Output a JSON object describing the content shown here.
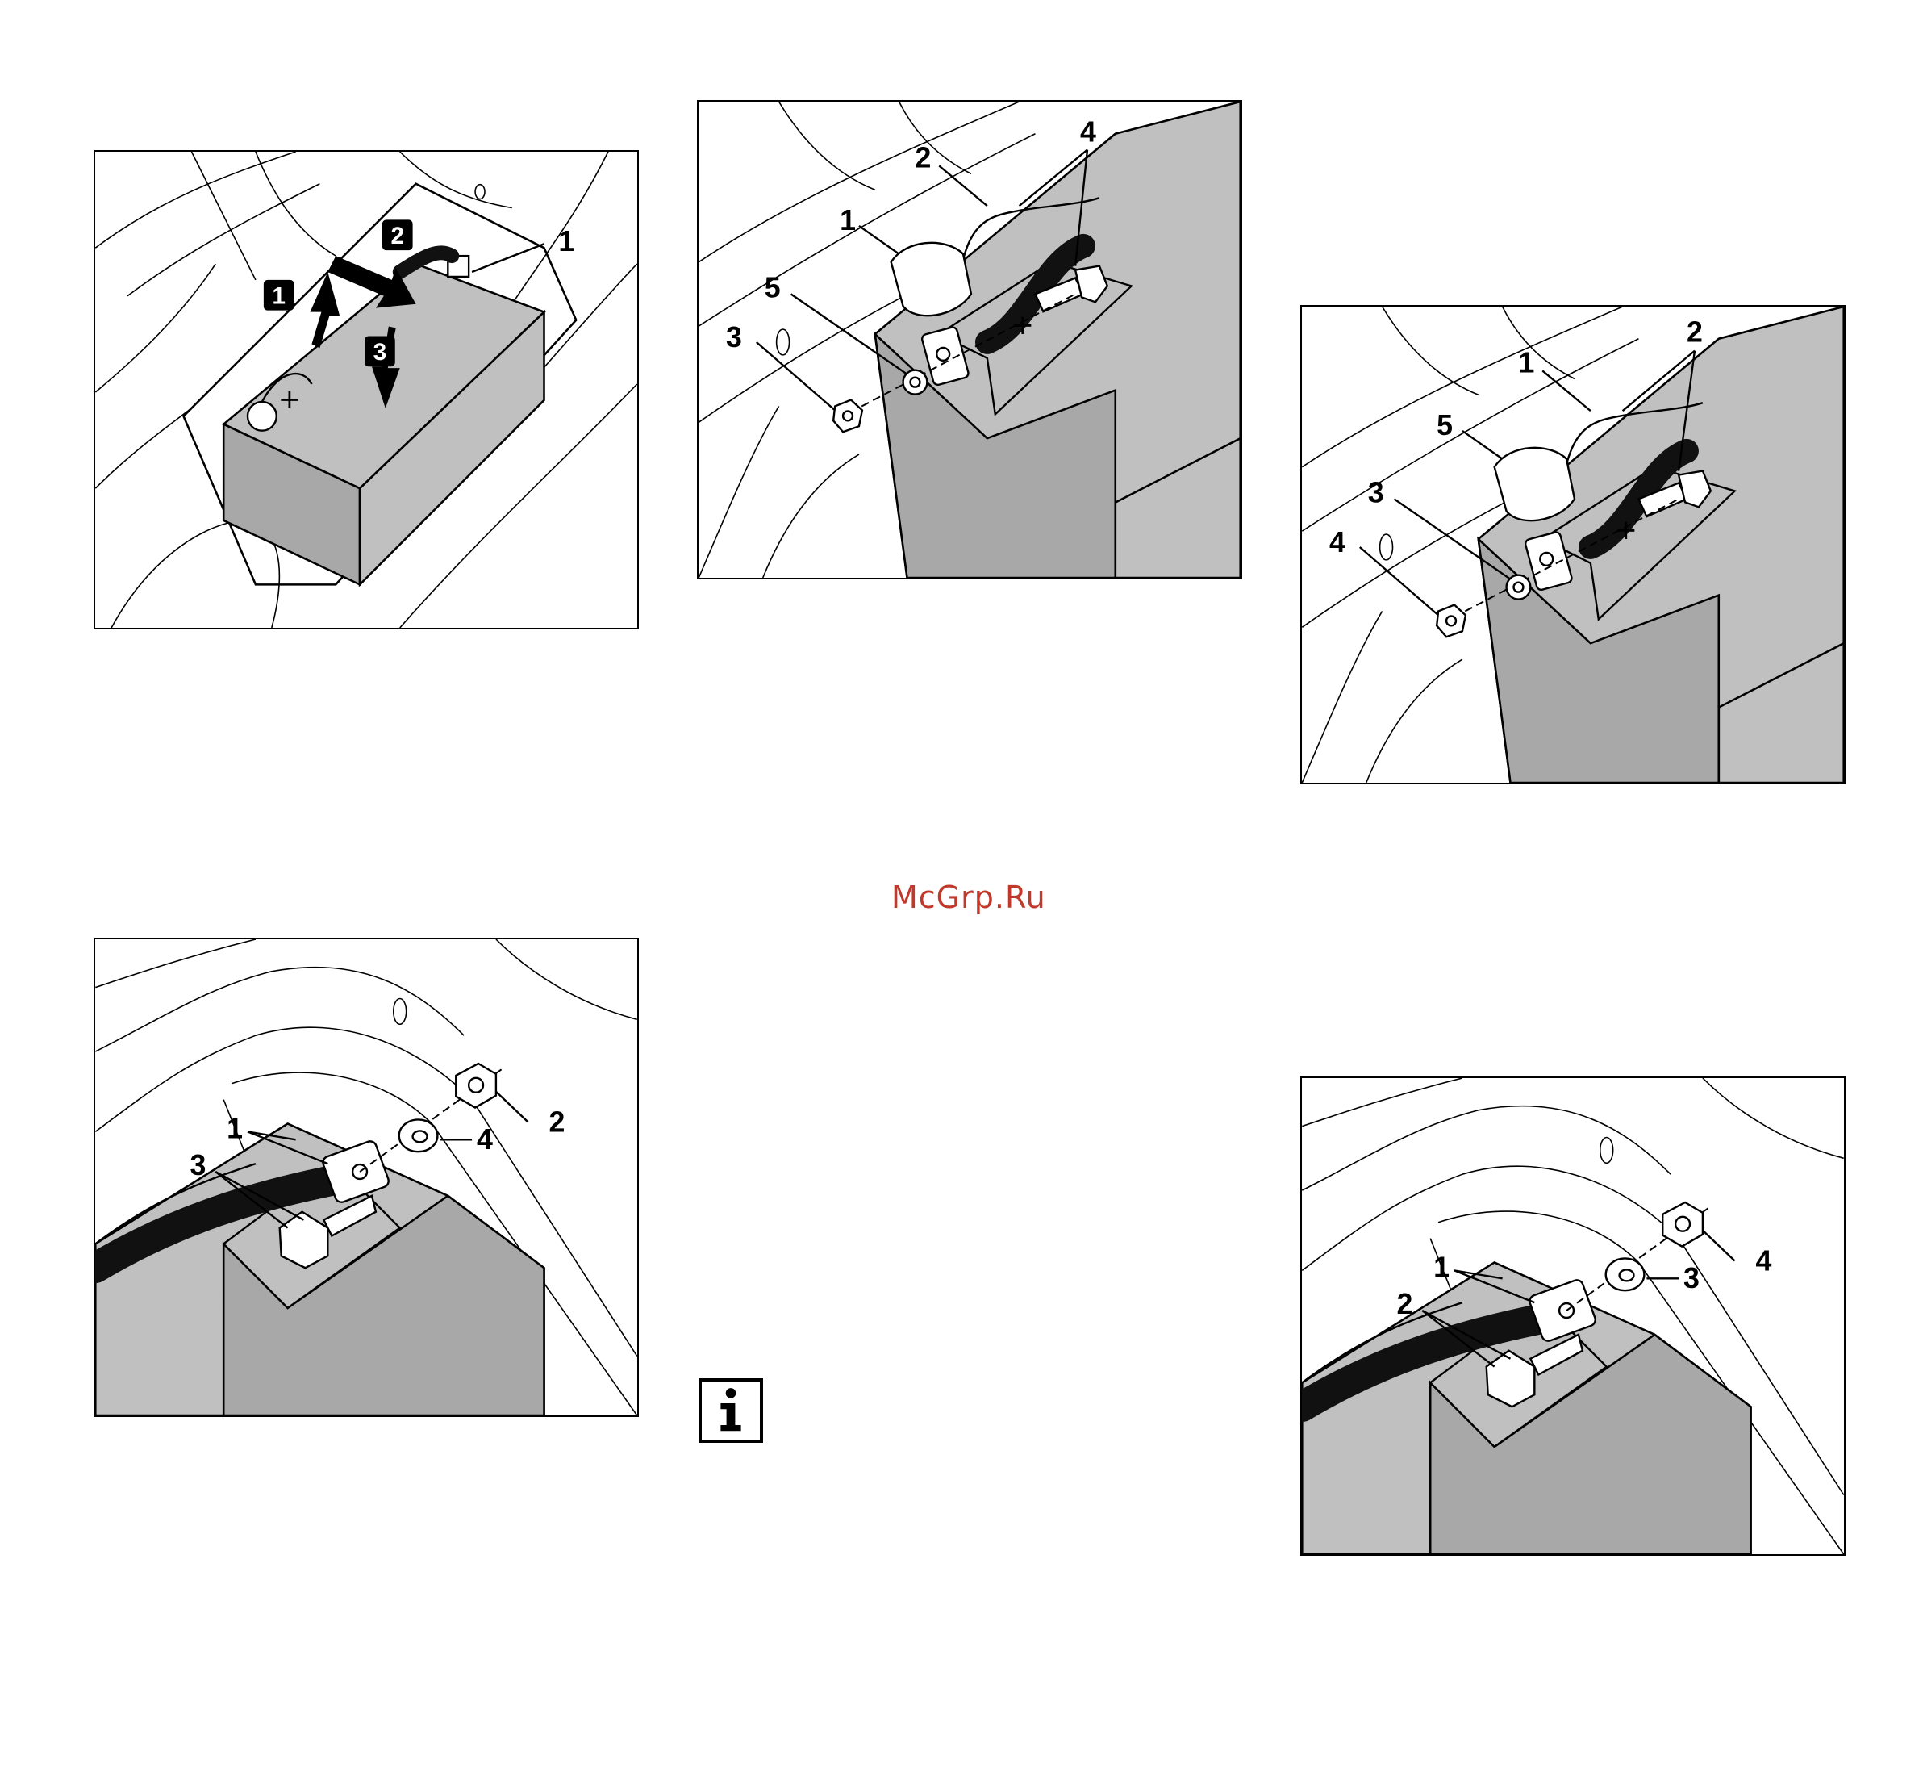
{
  "watermark": "McGrp.Ru",
  "figures": {
    "fig1": {
      "labels": [
        "1"
      ],
      "steps": [
        "1",
        "2",
        "3"
      ],
      "polarity": "+"
    },
    "fig2": {
      "labels": [
        "1",
        "2",
        "3",
        "4",
        "5"
      ],
      "polarity": "+"
    },
    "fig3": {
      "labels": [
        "1",
        "2",
        "3",
        "4",
        "5"
      ],
      "polarity": "+"
    },
    "fig4": {
      "labels": [
        "1",
        "2",
        "3",
        "4"
      ]
    },
    "fig5": {
      "labels": [
        "1",
        "2",
        "3",
        "4"
      ]
    }
  },
  "icons": {
    "info": "info-icon"
  }
}
